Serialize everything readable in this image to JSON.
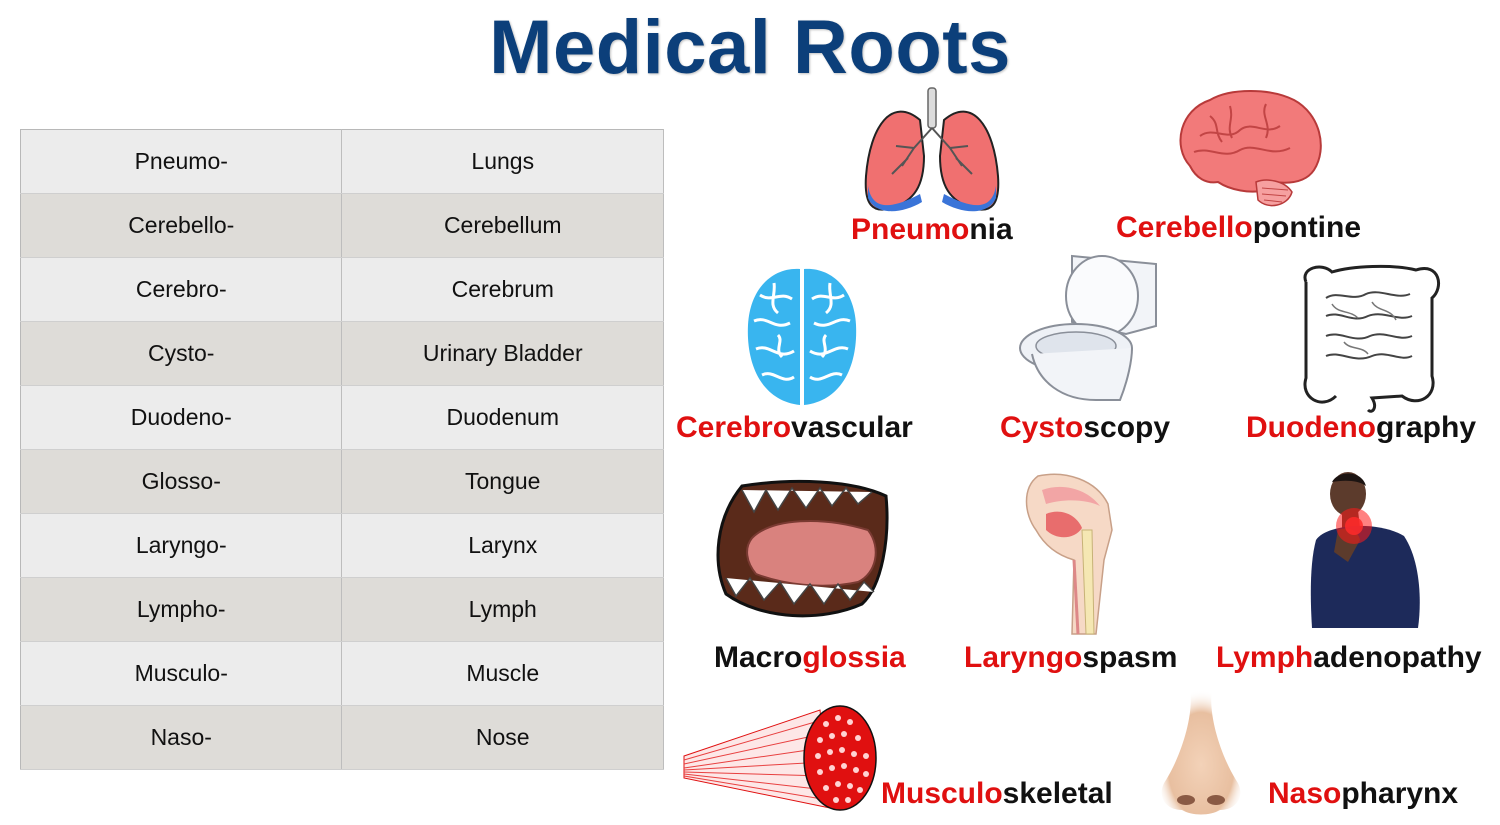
{
  "title": "Medical Roots",
  "table": [
    {
      "root": "Pneumo-",
      "meaning": "Lungs"
    },
    {
      "root": "Cerebello-",
      "meaning": "Cerebellum"
    },
    {
      "root": "Cerebro-",
      "meaning": "Cerebrum"
    },
    {
      "root": "Cysto-",
      "meaning": "Urinary Bladder"
    },
    {
      "root": "Duodeno-",
      "meaning": "Duodenum"
    },
    {
      "root": "Glosso-",
      "meaning": "Tongue"
    },
    {
      "root": "Laryngo-",
      "meaning": "Larynx"
    },
    {
      "root": "Lympho-",
      "meaning": "Lymph"
    },
    {
      "root": "Musculo-",
      "meaning": "Muscle"
    },
    {
      "root": "Naso-",
      "meaning": "Nose"
    }
  ],
  "terms": {
    "pneumonia": {
      "root": "Pneumo",
      "rest": "nia",
      "icon": "lungs-icon"
    },
    "cerebellopontine": {
      "root": "Cerebello",
      "rest": "pontine",
      "icon": "brain-icon"
    },
    "cerebrovascular": {
      "root": "Cerebro",
      "rest": "vascular",
      "icon": "brain-top-icon"
    },
    "cystoscopy": {
      "root": "Cysto",
      "rest": "scopy",
      "icon": "toilet-icon"
    },
    "duodenography": {
      "root": "Duodeno",
      "rest": "graphy",
      "icon": "intestines-icon"
    },
    "macroglossia": {
      "prefix": "Macro",
      "root": "glossia",
      "icon": "mouth-tongue-icon"
    },
    "laryngospasm": {
      "root": "Laryngo",
      "rest": "spasm",
      "icon": "throat-section-icon"
    },
    "lymphadenopathy": {
      "root": "Lymph",
      "rest": "adenopathy",
      "icon": "person-neck-pain-icon"
    },
    "musculoskeletal": {
      "root": "Musculo",
      "rest": "skeletal",
      "icon": "muscle-fiber-icon"
    },
    "nasopharynx": {
      "root": "Naso",
      "rest": "pharynx",
      "icon": "nose-icon"
    }
  },
  "colors": {
    "title": "#0c3f7a",
    "root_highlight": "#e01010"
  }
}
